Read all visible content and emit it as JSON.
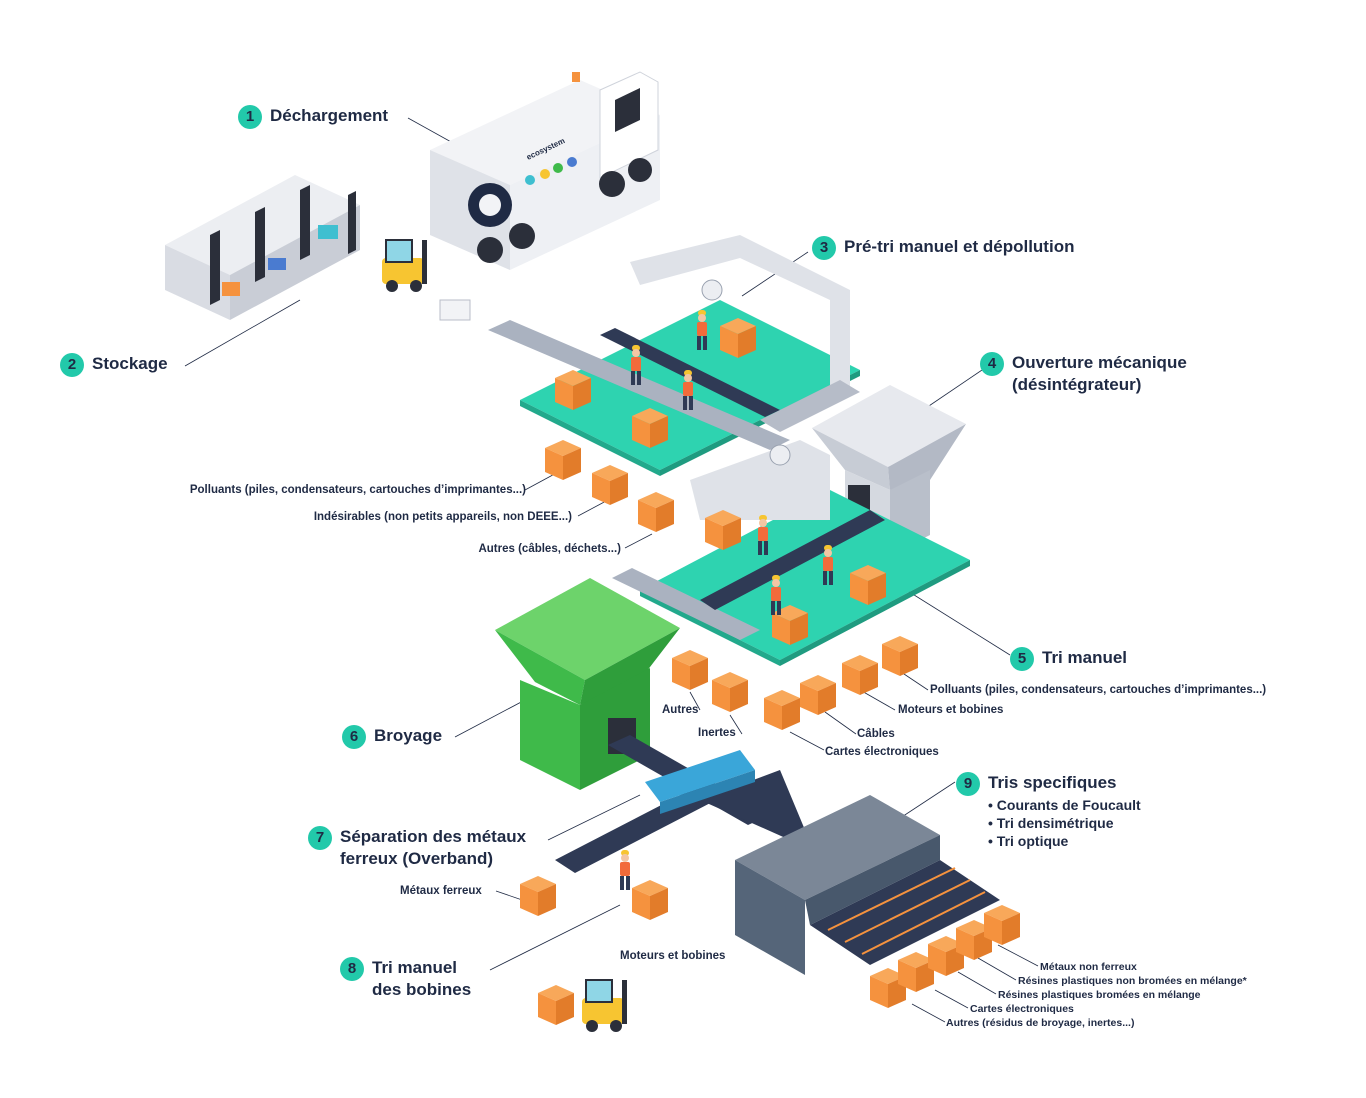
{
  "steps": [
    {
      "n": "1",
      "lines": [
        "Déchargement"
      ]
    },
    {
      "n": "2",
      "lines": [
        "Stockage"
      ]
    },
    {
      "n": "3",
      "lines": [
        "Pré-tri manuel et dépollution"
      ]
    },
    {
      "n": "4",
      "lines": [
        "Ouverture mécanique",
        "(désintégrateur)"
      ]
    },
    {
      "n": "5",
      "lines": [
        "Tri manuel"
      ]
    },
    {
      "n": "6",
      "lines": [
        "Broyage"
      ]
    },
    {
      "n": "7",
      "lines": [
        "Séparation des métaux",
        "ferreux (Overband)"
      ]
    },
    {
      "n": "8",
      "lines": [
        "Tri manuel",
        "des bobines"
      ]
    },
    {
      "n": "9",
      "lines": [
        "Tris specifiques"
      ],
      "bullets": [
        "• Courants de Foucault",
        "• Tri densimétrique",
        "• Tri optique"
      ]
    }
  ],
  "labels": {
    "pretri": [
      "Polluants (piles, condensateurs, cartouches d’imprimantes...)",
      "Indésirables (non petits appareils, non DEEE...)",
      "Autres (câbles, déchets...)"
    ],
    "tri_manuel": [
      "Polluants (piles, condensateurs, cartouches d’imprimantes...)",
      "Moteurs et bobines",
      "Câbles",
      "Cartes électroniques",
      "Inertes",
      "Autres"
    ],
    "overband": [
      "Métaux ferreux",
      "Moteurs et bobines"
    ],
    "tris_specifiques": [
      "Métaux non ferreux",
      "Résines plastiques non bromées en mélange*",
      "Résines plastiques bromées en mélange",
      "Cartes électroniques",
      "Autres (résidus de broyage, inertes...)"
    ]
  },
  "truck_brand": "ecosystem",
  "colors": {
    "teal": "#22c9aa",
    "navy": "#1f2a44",
    "orange": "#f5923e",
    "green": "#3fba4a",
    "grey": "#dcdfe6",
    "yellow": "#f7c531",
    "machine": "#556579"
  },
  "icons": [
    "truck-icon",
    "forklift-icon",
    "worker-icon",
    "crate-icon",
    "hopper-icon",
    "conveyor-icon",
    "overband-magnet-icon",
    "sorting-machine-icon"
  ]
}
